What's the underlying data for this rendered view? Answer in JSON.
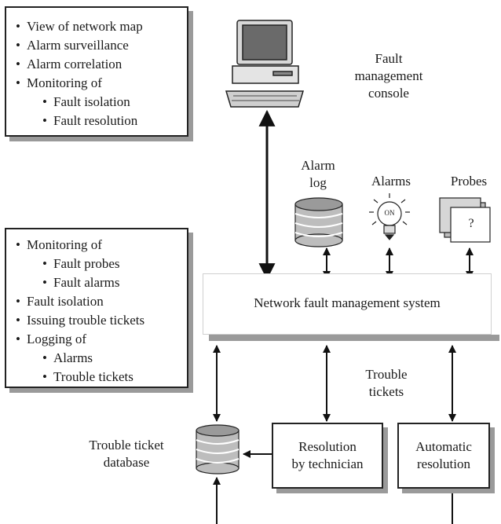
{
  "top_list": [
    "View of network map",
    "Alarm surveillance",
    "Alarm correlation",
    "Monitoring of",
    "Fault isolation",
    "Fault resolution"
  ],
  "console_label": [
    "Fault",
    "management",
    "console"
  ],
  "alarm_log_label": [
    "Alarm",
    "log"
  ],
  "alarms_label": "Alarms",
  "probes_label": "Probes",
  "probe_mark": "?",
  "alarm_bulb_text": "ON",
  "side_list": [
    "Monitoring of",
    "Fault probes",
    "Fault alarms",
    "Fault isolation",
    "Issuing trouble tickets",
    "Logging of",
    "Alarms",
    "Trouble tickets"
  ],
  "nfms_label": "Network fault management system",
  "trouble_tickets_label": [
    "Trouble",
    "tickets"
  ],
  "db_label": [
    "Trouble ticket",
    "database"
  ],
  "technician_box": [
    "Resolution",
    "by technician"
  ],
  "auto_box": [
    "Automatic",
    "resolution"
  ]
}
